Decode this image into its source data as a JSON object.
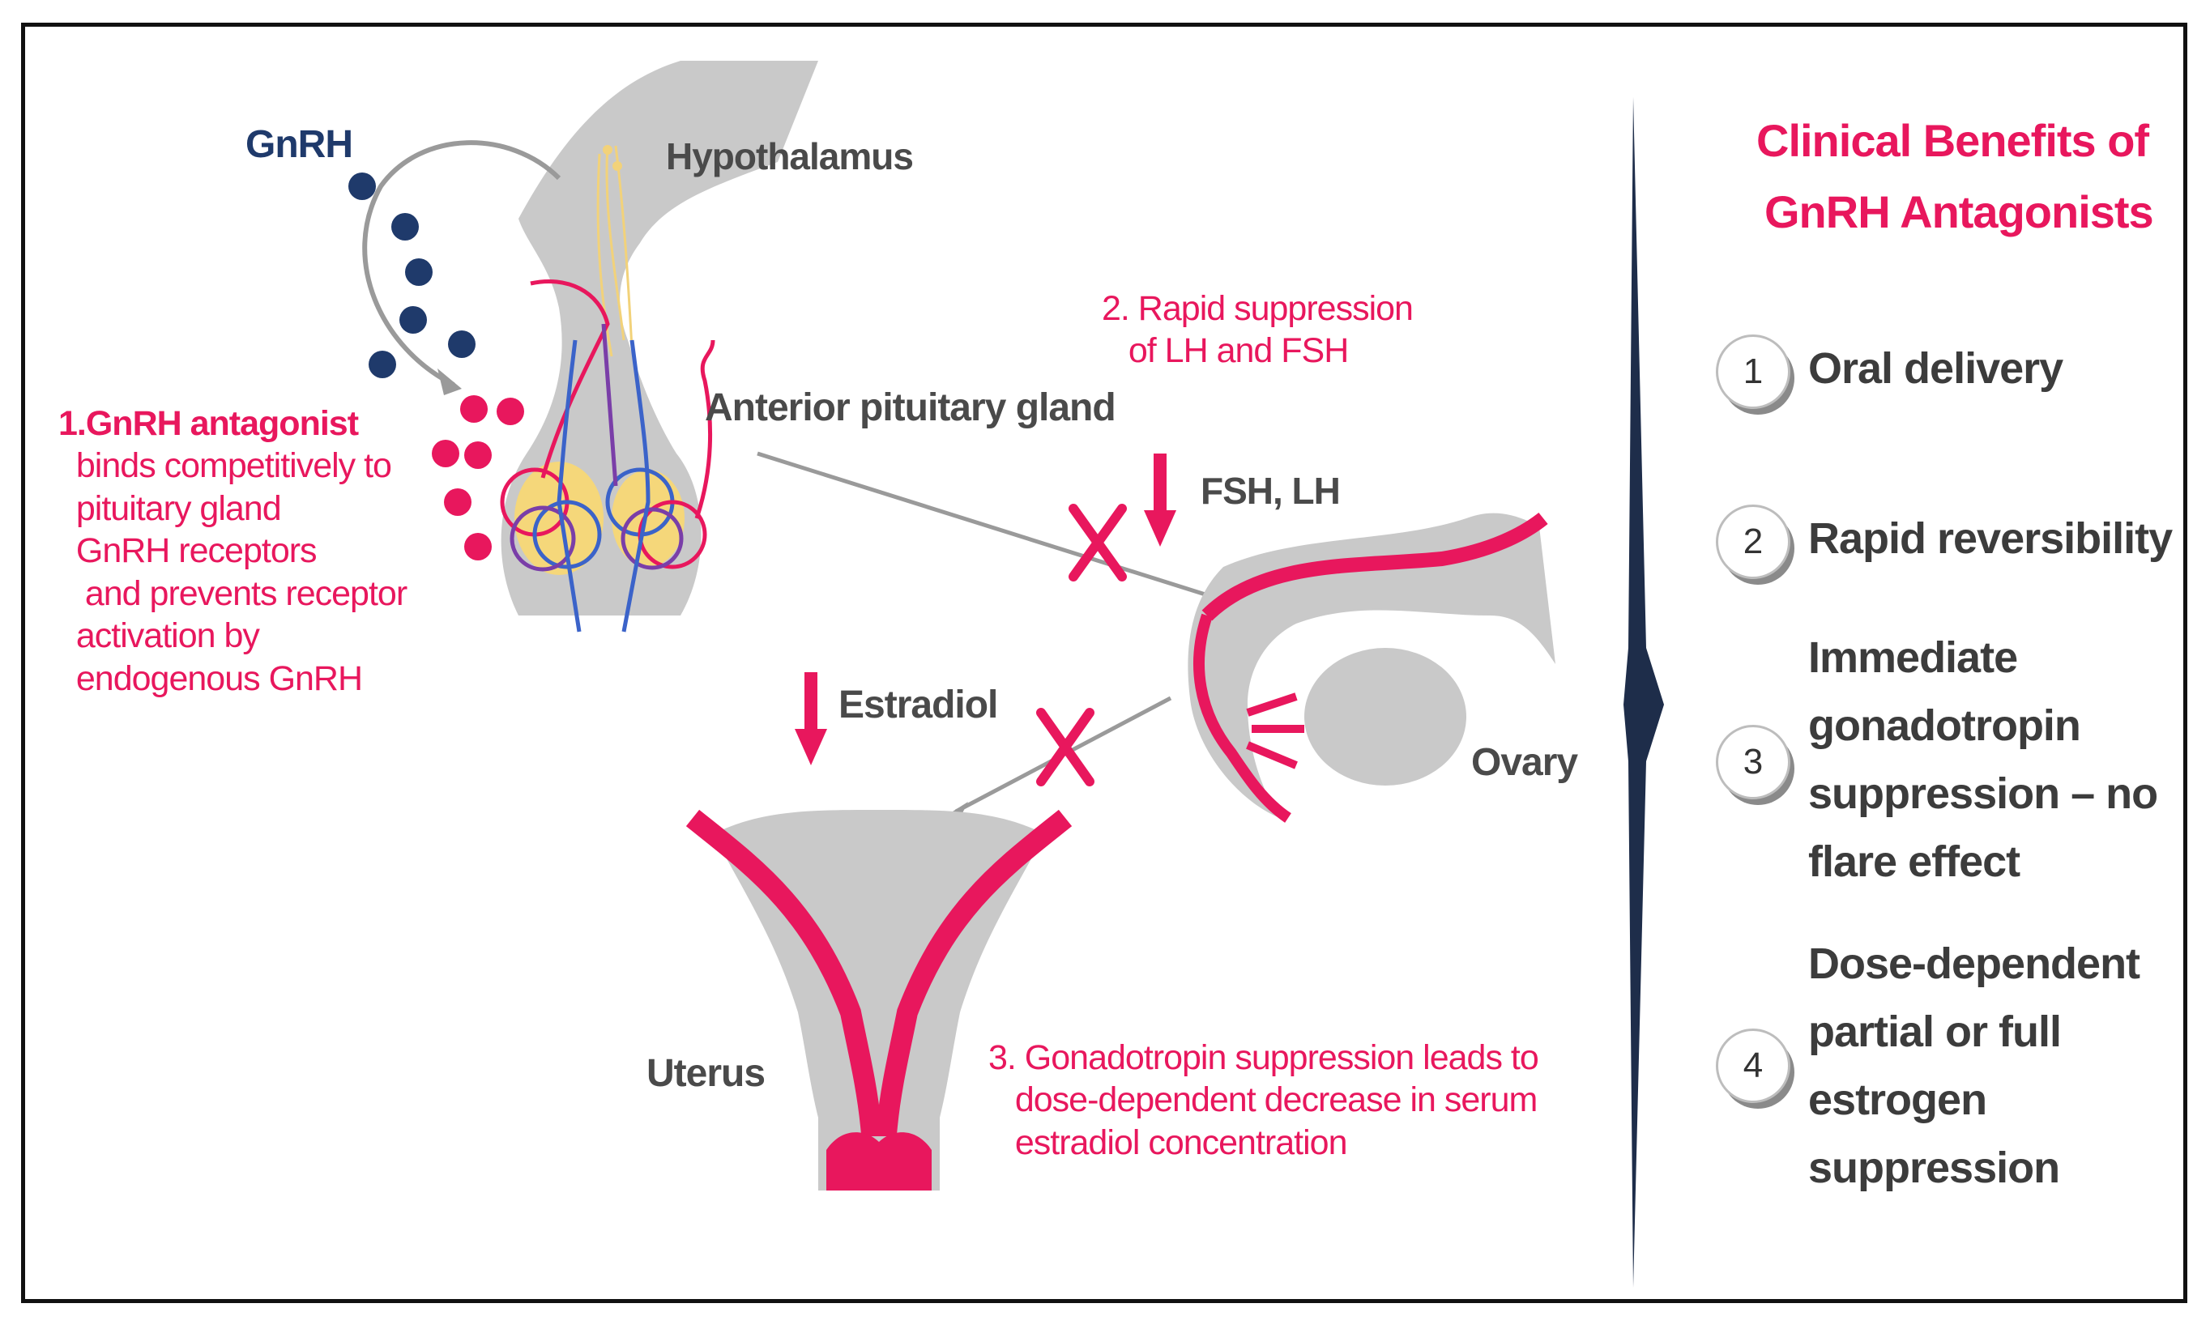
{
  "labels": {
    "gnrh": "GnRH",
    "hypothalamus": "Hypothalamus",
    "anterior_pituitary": "Anterior pituitary gland",
    "fsh_lh": "FSH, LH",
    "estradiol": "Estradiol",
    "ovary": "Ovary",
    "uterus": "Uterus"
  },
  "steps": {
    "step1": [
      "1.GnRH antagonist",
      "  binds competitively to",
      "  pituitary gland",
      "  GnRH receptors",
      "   and prevents receptor",
      "  activation by",
      "  endogenous GnRH"
    ],
    "step2": [
      "2. Rapid suppression",
      "   of LH and FSH"
    ],
    "step3": [
      "3. Gonadotropin suppression leads to",
      "   dose-dependent decrease in serum",
      "   estradiol concentration"
    ]
  },
  "benefits": {
    "title_line1": "Clinical Benefits of",
    "title_line2": "GnRH Antagonists",
    "items": [
      {
        "number": "1",
        "text": "Oral delivery"
      },
      {
        "number": "2",
        "text": "Rapid reversibility"
      },
      {
        "number": "3",
        "text": "Immediate\ngonadotropin\nsuppression – no\nflare effect"
      },
      {
        "number": "4",
        "text": "Dose-dependent\npartial or full\nestrogen\nsuppression"
      }
    ]
  },
  "colors": {
    "accent_pink": "#e8175d",
    "navy": "#1f3a6b",
    "organ_gray": "#c9c9c9",
    "divider": "#1e2d4a"
  },
  "icons": [
    "x-mark-icon",
    "down-arrow-icon",
    "curved-arrow-icon"
  ]
}
